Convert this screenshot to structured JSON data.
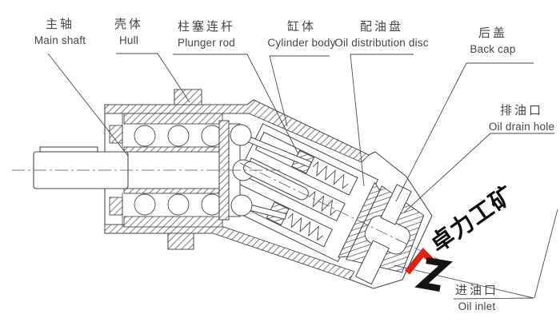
{
  "diagram": {
    "type": "technical-cross-section",
    "subject": "bent-axis piston pump cutaway",
    "background": "#ffffff",
    "line_color": "#454545",
    "labels": [
      {
        "id": "main-shaft",
        "cn": "主轴",
        "en": "Main shaft"
      },
      {
        "id": "hull",
        "cn": "壳体",
        "en": "Hull"
      },
      {
        "id": "plunger-rod",
        "cn": "柱塞连杆",
        "en": "Plunger rod"
      },
      {
        "id": "cylinder-body",
        "cn": "缸体",
        "en": "Cylinder body"
      },
      {
        "id": "oil-distribution-disc",
        "cn": "配油盘",
        "en": "Oil distribution disc"
      },
      {
        "id": "back-cap",
        "cn": "后盖",
        "en": "Back cap"
      },
      {
        "id": "oil-drain-hole",
        "cn": "排油口",
        "en": "Oil drain hole"
      },
      {
        "id": "oil-inlet",
        "cn": "进油口",
        "en": "Oil inlet"
      }
    ],
    "watermark": {
      "text": "卓力工矿",
      "mark_color_red": "#d8251c",
      "mark_color_black": "#141414"
    }
  }
}
